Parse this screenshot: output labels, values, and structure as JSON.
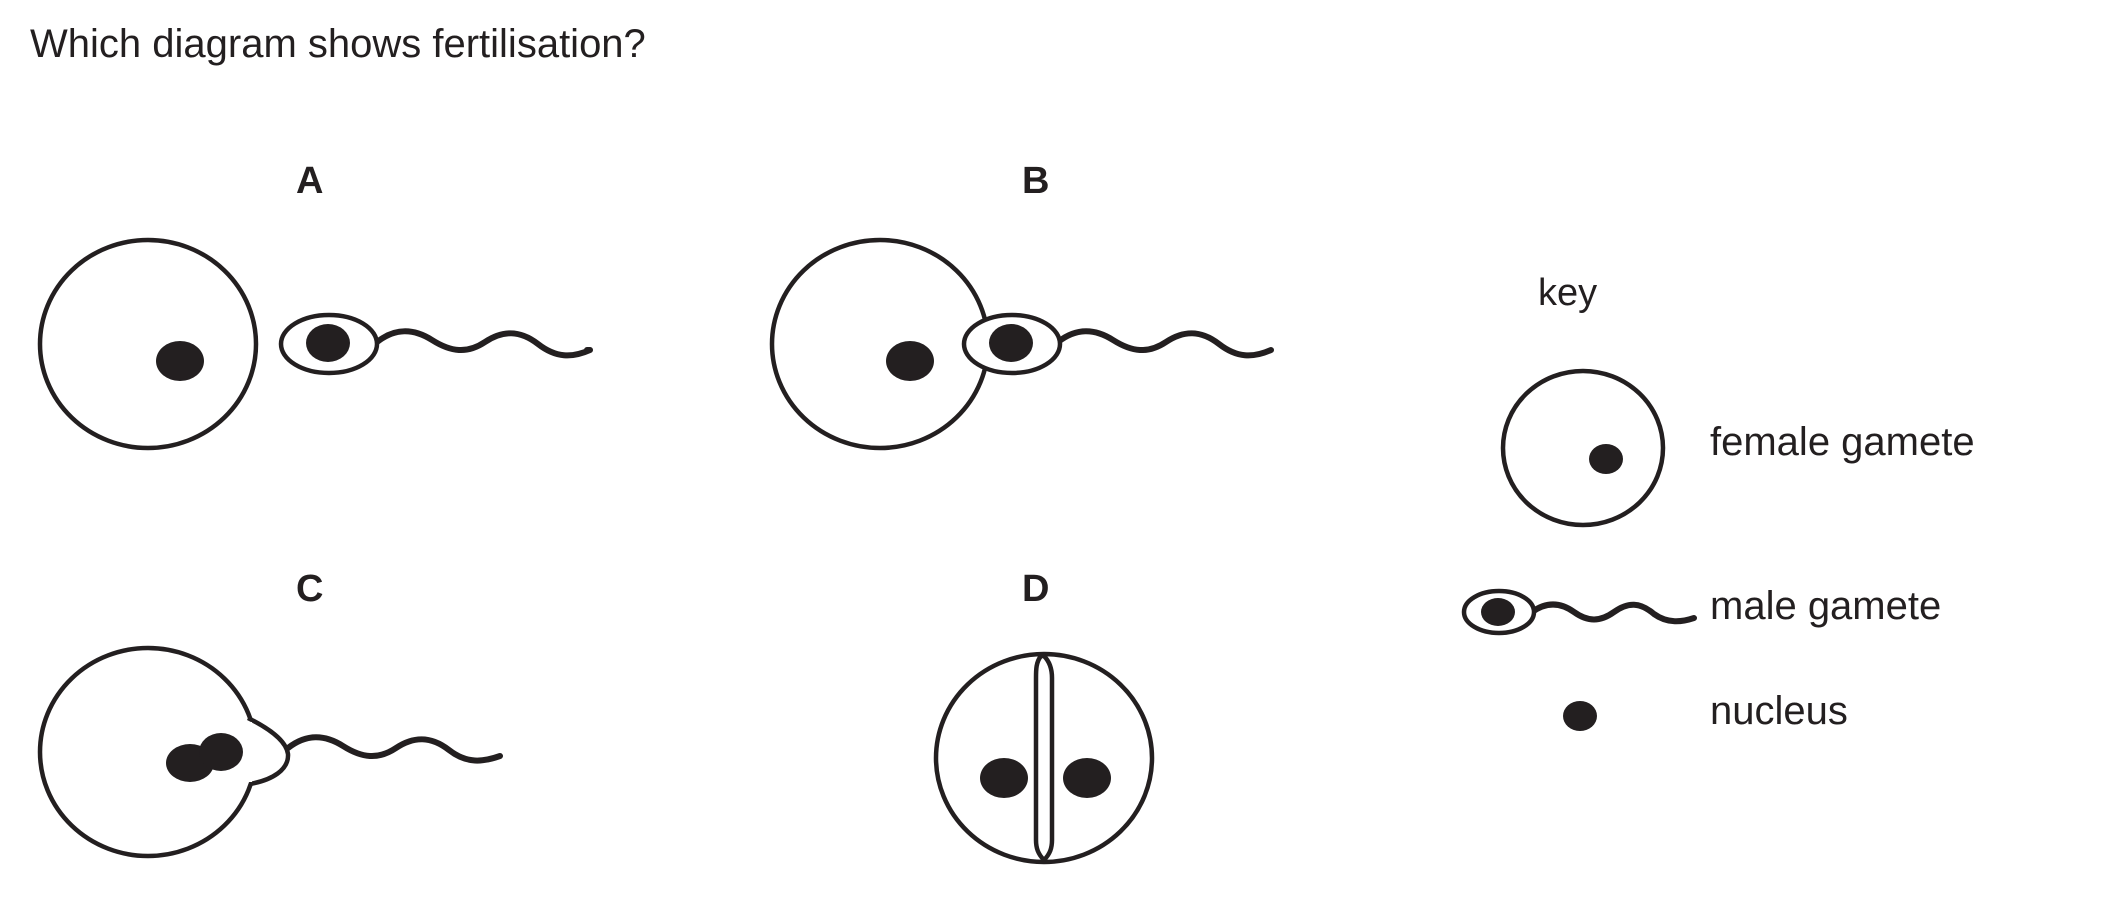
{
  "question": "Which diagram shows fertilisation?",
  "options": [
    {
      "id": "A",
      "label": "A"
    },
    {
      "id": "B",
      "label": "B"
    },
    {
      "id": "C",
      "label": "C"
    },
    {
      "id": "D",
      "label": "D"
    }
  ],
  "key": {
    "title": "key",
    "items": [
      {
        "symbol": "female-gamete",
        "label": "female gamete"
      },
      {
        "symbol": "male-gamete",
        "label": "male gamete"
      },
      {
        "symbol": "nucleus",
        "label": "nucleus"
      }
    ]
  }
}
